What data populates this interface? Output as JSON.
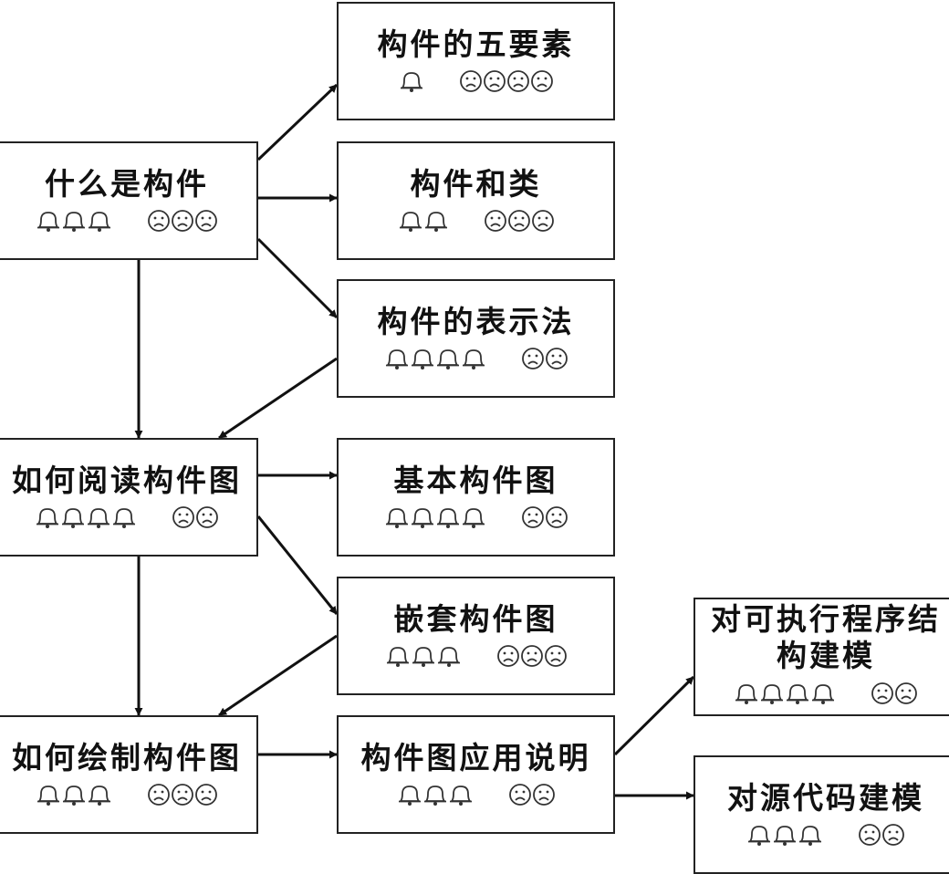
{
  "nodes": [
    {
      "id": "what-is-component",
      "title": "什么是构件",
      "bells": 3,
      "faces": 3
    },
    {
      "id": "five-elements",
      "title": "构件的五要素",
      "bells": 1,
      "faces": 4
    },
    {
      "id": "component-and-class",
      "title": "构件和类",
      "bells": 2,
      "faces": 3
    },
    {
      "id": "notation",
      "title": "构件的表示法",
      "bells": 4,
      "faces": 2
    },
    {
      "id": "read-diagram",
      "title": "如何阅读构件图",
      "bells": 4,
      "faces": 2
    },
    {
      "id": "basic-diagram",
      "title": "基本构件图",
      "bells": 4,
      "faces": 2
    },
    {
      "id": "nested-diagram",
      "title": "嵌套构件图",
      "bells": 3,
      "faces": 3
    },
    {
      "id": "draw-diagram",
      "title": "如何绘制构件图",
      "bells": 3,
      "faces": 3
    },
    {
      "id": "application",
      "title": "构件图应用说明",
      "bells": 3,
      "faces": 2
    },
    {
      "id": "executable-modeling",
      "title": "对可执行程序结构建模",
      "bells": 4,
      "faces": 2
    },
    {
      "id": "source-modeling",
      "title": "对源代码建模",
      "bells": 3,
      "faces": 2
    }
  ],
  "edges": [
    {
      "from": "what-is-component",
      "to": "five-elements"
    },
    {
      "from": "what-is-component",
      "to": "component-and-class"
    },
    {
      "from": "what-is-component",
      "to": "notation"
    },
    {
      "from": "what-is-component",
      "to": "read-diagram"
    },
    {
      "from": "notation",
      "to": "read-diagram"
    },
    {
      "from": "read-diagram",
      "to": "basic-diagram"
    },
    {
      "from": "read-diagram",
      "to": "nested-diagram"
    },
    {
      "from": "read-diagram",
      "to": "draw-diagram"
    },
    {
      "from": "nested-diagram",
      "to": "draw-diagram"
    },
    {
      "from": "draw-diagram",
      "to": "application"
    },
    {
      "from": "application",
      "to": "executable-modeling"
    },
    {
      "from": "application",
      "to": "source-modeling"
    }
  ],
  "icons": {
    "bell": "🔔",
    "face": "☹"
  }
}
